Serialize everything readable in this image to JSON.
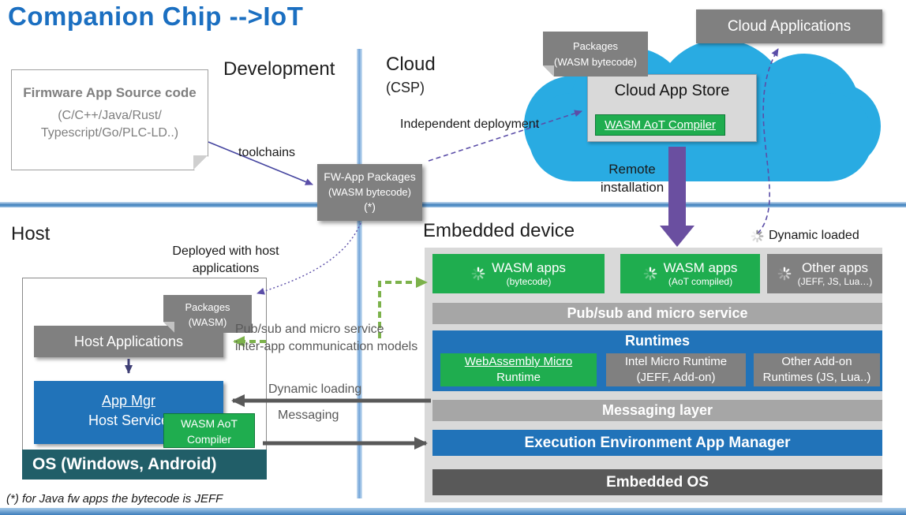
{
  "title": "Companion Chip -->IoT",
  "sections": {
    "development": "Development",
    "cloud": "Cloud",
    "csp": "(CSP)",
    "host": "Host",
    "embedded": "Embedded device"
  },
  "firmware_box": {
    "title": "Firmware App Source code",
    "line2": "(C/C++/Java/Rust/",
    "line3": "Typescript/Go/PLC-LD..)"
  },
  "fw_packages": {
    "line1": "FW-App Packages",
    "line2": "(WASM bytecode)",
    "line3": "(*)"
  },
  "labels": {
    "toolchains": "toolchains",
    "independent_deployment": "Independent deployment",
    "remote_line1": "Remote",
    "remote_line2": "installation",
    "deployed_line1": "Deployed with host",
    "deployed_line2": "applications",
    "pubsub_line1": "Pub/sub and micro service",
    "pubsub_line2": "inter-app communication models",
    "dynamic_loading": "Dynamic loading",
    "messaging": "Messaging",
    "dynamic_loaded": "Dynamic loaded"
  },
  "cloud": {
    "packages_note_line1": "Packages",
    "packages_note_line2": "(WASM bytecode)",
    "app_store": "Cloud App Store",
    "compiler": "WASM AoT Compiler",
    "applications": "Cloud Applications"
  },
  "host": {
    "packages_note_line1": "Packages",
    "packages_note_line2": "(WASM)",
    "host_applications": "Host Applications",
    "app_mgr_line1": "App Mgr",
    "app_mgr_line2": "Host Service",
    "compiler_line1": "WASM AoT",
    "compiler_line2": "Compiler",
    "os_bar": "OS (Windows, Android)"
  },
  "embedded": {
    "apps": [
      {
        "line1": "WASM apps",
        "line2": "(bytecode)"
      },
      {
        "line1": "WASM apps",
        "line2": "(AoT compiled)"
      },
      {
        "line1": "Other apps",
        "line2": "(JEFF, JS, Lua…)"
      }
    ],
    "pubsub_bar": "Pub/sub and micro service",
    "runtimes_title": "Runtimes",
    "runtimes": [
      {
        "line1": "WebAssembly Micro",
        "line2": "Runtime"
      },
      {
        "line1": "Intel Micro Runtime",
        "line2": "(JEFF, Add-on)"
      },
      {
        "line1": "Other Add-on",
        "line2": "Runtimes (JS, Lua..)"
      }
    ],
    "messaging_bar": "Messaging layer",
    "exec_env_bar": "Execution Environment App Manager",
    "os_bar": "Embedded OS"
  },
  "footnote": "(*) for Java fw apps the bytecode is JEFF",
  "colors": {
    "title_blue": "#1B6FC1",
    "blue": "#2173B9",
    "green": "#1FAD4F",
    "gray": "#808080",
    "bar_gray": "#A6A6A6",
    "panel_gray": "#D9D9D9",
    "dark_gray": "#595959",
    "teal": "#215E68",
    "cloud_cyan": "#29ABE2",
    "purple": "#6A4FA0",
    "dash_purple": "#5B4EA8",
    "arrow_green": "#7CB24B"
  }
}
